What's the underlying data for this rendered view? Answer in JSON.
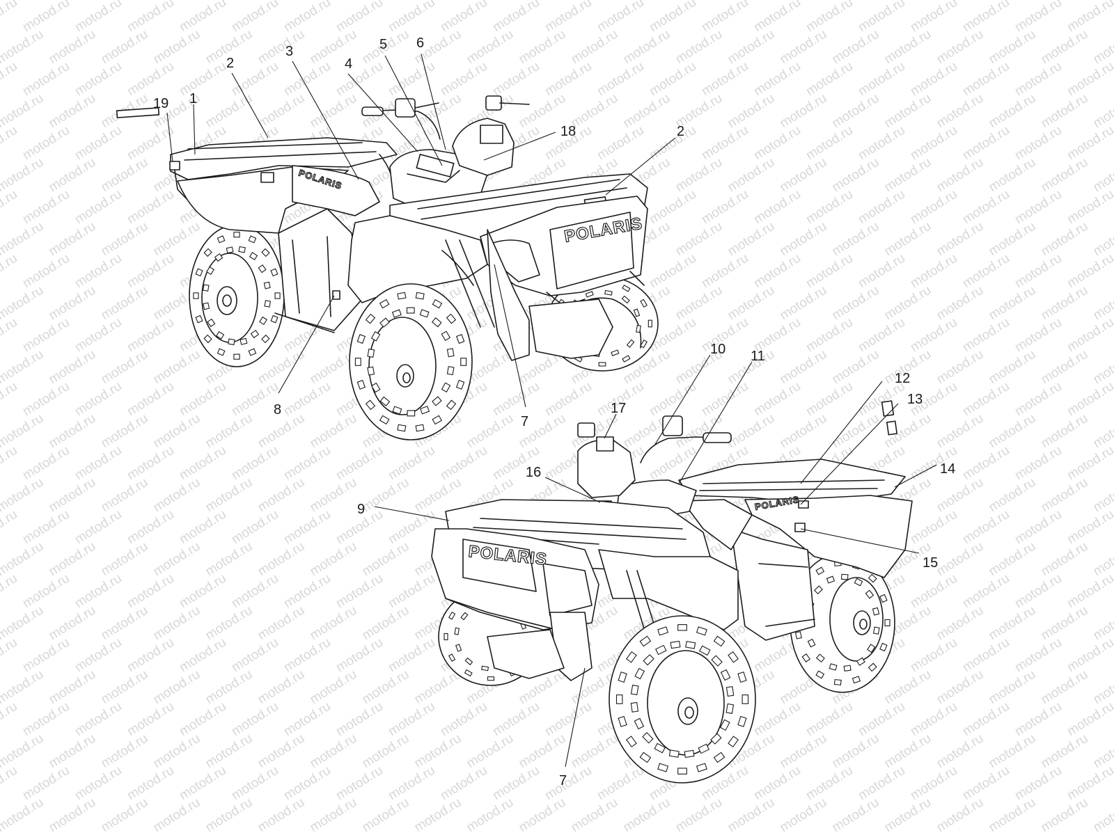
{
  "watermark": {
    "text": "motod.ru",
    "color": "#d7d7d7"
  },
  "brand": {
    "logo_text_large": "POLARIS",
    "logo_text_small": "POLARIS"
  },
  "colors": {
    "line": "#1a1a1a",
    "background": "#ffffff"
  },
  "callouts": [
    {
      "id": "c19",
      "label": "19"
    },
    {
      "id": "c1",
      "label": "1"
    },
    {
      "id": "c2a",
      "label": "2"
    },
    {
      "id": "c3",
      "label": "3"
    },
    {
      "id": "c4",
      "label": "4"
    },
    {
      "id": "c5",
      "label": "5"
    },
    {
      "id": "c6",
      "label": "6"
    },
    {
      "id": "c18",
      "label": "18"
    },
    {
      "id": "c2b",
      "label": "2"
    },
    {
      "id": "c8",
      "label": "8"
    },
    {
      "id": "c7a",
      "label": "7"
    },
    {
      "id": "c10",
      "label": "10"
    },
    {
      "id": "c11",
      "label": "11"
    },
    {
      "id": "c12",
      "label": "12"
    },
    {
      "id": "c13",
      "label": "13"
    },
    {
      "id": "c17",
      "label": "17"
    },
    {
      "id": "c16",
      "label": "16"
    },
    {
      "id": "c14",
      "label": "14"
    },
    {
      "id": "c9",
      "label": "9"
    },
    {
      "id": "c15",
      "label": "15"
    },
    {
      "id": "c7b",
      "label": "7"
    }
  ]
}
